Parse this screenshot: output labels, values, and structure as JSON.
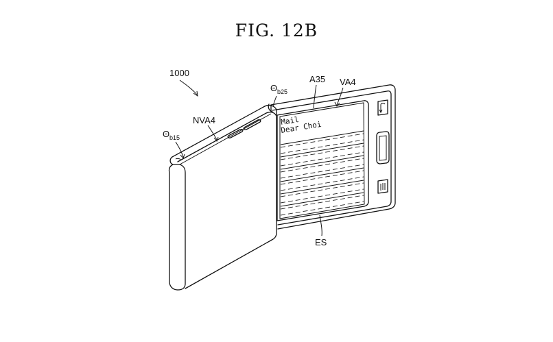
{
  "figure": {
    "title": "FIG. 12B"
  },
  "labels": {
    "device": "1000",
    "theta_b25": {
      "symbol": "Θ",
      "sub": "b25"
    },
    "theta_b15": {
      "symbol": "Θ",
      "sub": "b15"
    },
    "a35": "A35",
    "va4": "VA4",
    "nva4": "NVA4",
    "es": "ES"
  },
  "screen": {
    "line1": "Mail",
    "line2": "Dear Choi"
  },
  "icons": {
    "back": "back-arrow-icon",
    "home": "home-button-icon",
    "menu": "menu-lines-icon"
  }
}
